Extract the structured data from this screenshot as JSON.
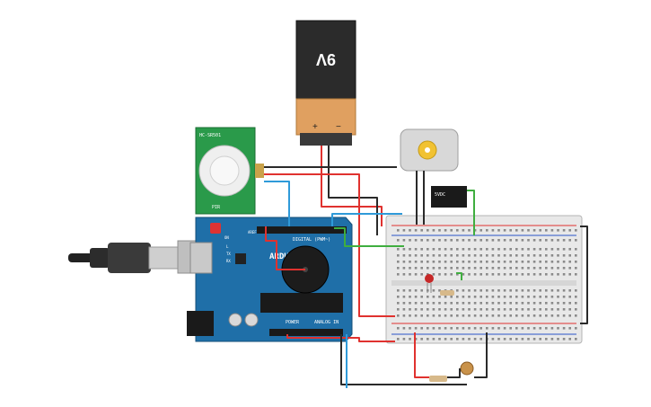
{
  "battery": {
    "label": "9V",
    "plus": "+",
    "minus": "−"
  },
  "pir": {
    "title": "HC-SR501",
    "foot": "PIR"
  },
  "relay": {
    "label": "5VDC"
  },
  "arduino": {
    "brand": "ARDUINO",
    "digital_label": "DIGITAL (PWM~)",
    "power_label": "POWER",
    "analog_label": "ANALOG IN",
    "aref": "AREF",
    "on": "ON",
    "tx": "TX",
    "rx": "RX",
    "l": "L"
  },
  "colors": {
    "board": "#1f6fa8",
    "wire_red": "#e0322f",
    "wire_black": "#2a2a2a",
    "wire_blue": "#2f9ad9",
    "wire_green": "#3fae3f",
    "breadboard": "#e6e6e6",
    "battery_body": "#2b2b2b",
    "battery_cap": "#e0a060"
  }
}
